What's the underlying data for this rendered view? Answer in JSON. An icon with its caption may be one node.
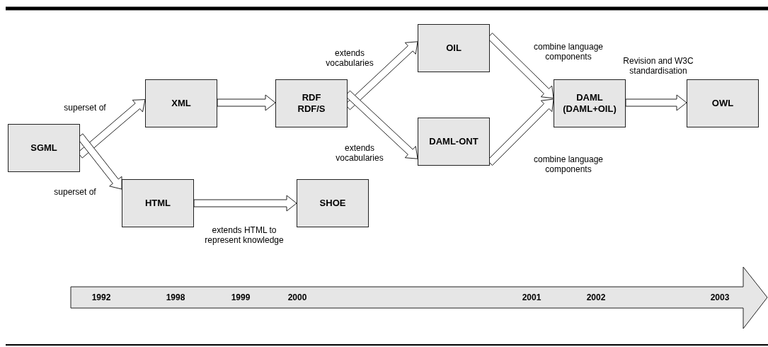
{
  "diagram": {
    "nodes": [
      {
        "text": [
          "SGML"
        ]
      },
      {
        "text": [
          "XML"
        ]
      },
      {
        "text": [
          "RDF RDF/S"
        ]
      },
      {
        "text": [
          "HTML"
        ]
      },
      {
        "text": [
          "SHOE"
        ]
      },
      {
        "text": [
          "OIL"
        ]
      },
      {
        "text": [
          "DAML-ONT"
        ]
      },
      {
        "text": [
          "DAML (DAML+OIL)"
        ]
      },
      {
        "text": [
          "OWL"
        ]
      }
    ],
    "edges": [
      {
        "from": 0,
        "to": 1,
        "arrow": "to",
        "label": "superset of"
      },
      {
        "from": 0,
        "to": 3,
        "arrow": "to",
        "label": "superset of"
      },
      {
        "from": 1,
        "to": 2,
        "arrow": "to"
      },
      {
        "from": 3,
        "to": 4,
        "arrow": "to",
        "label": "extends HTML to represent knowledge"
      },
      {
        "from": 2,
        "to": 5,
        "arrow": "to",
        "label": "extends vocabularies"
      },
      {
        "from": 2,
        "to": 6,
        "arrow": "to",
        "label": "extends vocabularies"
      },
      {
        "from": 5,
        "to": 7,
        "arrow": "to",
        "label": "combine language components"
      },
      {
        "from": 6,
        "to": 7,
        "arrow": "to",
        "label": "combine language components"
      },
      {
        "from": 7,
        "to": 8,
        "arrow": "to",
        "label": "Revision and W3C standardisation"
      }
    ],
    "labels": [
      "1992",
      "1998",
      "1999",
      "2000",
      "2001",
      "2002",
      "2003"
    ]
  }
}
